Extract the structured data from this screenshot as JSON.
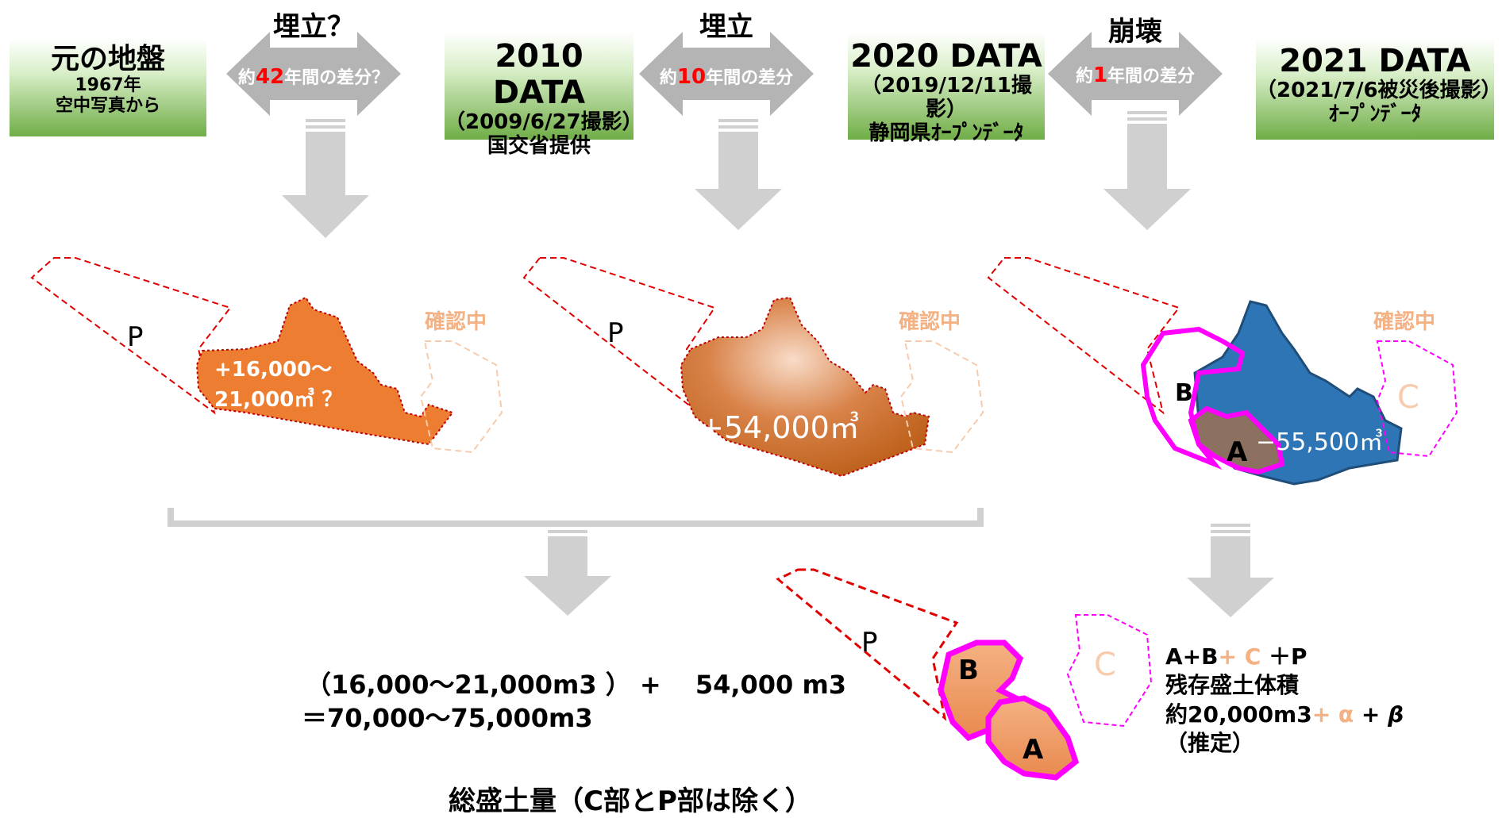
{
  "headers": {
    "original": {
      "title": "元の地盤",
      "line1": "1967年",
      "line2": "空中写真から"
    },
    "d2010": {
      "title": "2010 DATA",
      "line1": "（2009/6/27撮影）",
      "line2": "国交省提供"
    },
    "d2020": {
      "title": "2020 DATA",
      "line1": "（2019/12/11撮影）",
      "line2": "静岡県ｵｰﾌﾟﾝﾃﾞｰﾀ"
    },
    "d2021": {
      "title": "2021 DATA",
      "line1": "（2021/7/6被災後撮影）",
      "line2": "ｵｰﾌﾟﾝﾃﾞｰﾀ"
    }
  },
  "arrows": [
    {
      "label": "埋立？",
      "pre": "約",
      "num": "42",
      "post": "年間の差分？"
    },
    {
      "label": "埋立",
      "pre": "約",
      "num": "10",
      "post": "年間の差分"
    },
    {
      "label": "崩壊",
      "pre": "約",
      "num": "1",
      "post": "年間の差分"
    }
  ],
  "maps": {
    "p_label": "P",
    "a_label": "A",
    "b_label": "B",
    "c_label": "C",
    "confirming": "確認中",
    "vol1_line1": "+16,000～",
    "vol1_line2": "21,000㎥ ？",
    "vol2": "+54,000㎥",
    "vol3": "−55,500㎥"
  },
  "formula": {
    "line1": "（16,000～21,000m3 ） +　 54,000 m3",
    "line2": "＝70,000～75,000m3",
    "total": "総盛土量（C部とP部は除く）"
  },
  "remaining": {
    "l1_a": "A+B",
    "l1_c": "+ C",
    "l1_b": " ＋P",
    "line2": "残存盛土体積",
    "l3_a": "約20,000m3",
    "l3_alpha": "+ α",
    "l3_beta": " + β",
    "line4": "（推定）"
  },
  "colors": {
    "header_green": "#70ad47",
    "fill_orange": "#ed7d31",
    "fill_brown": "#c55a11",
    "fill_blue": "#2e75b6",
    "magenta": "#ff00ff",
    "red_dash": "#ff0000",
    "peach": "#f4b183",
    "arrow_gray": "#c8c8c8"
  }
}
